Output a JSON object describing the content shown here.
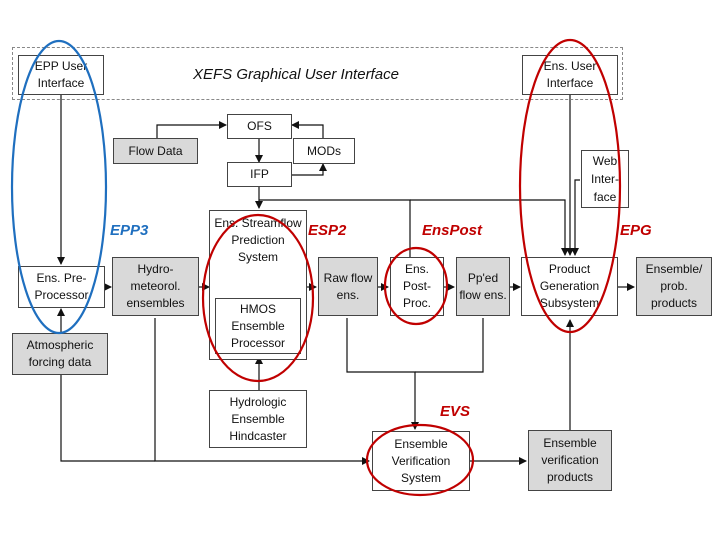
{
  "gui_title": "XEFS Graphical User Interface",
  "boxes": {
    "epp_ui": "EPP User Interface",
    "ens_ui": "Ens. User Interface",
    "ofs": "OFS",
    "flow_data": "Flow Data",
    "mods": "MODs",
    "ifp": "IFP",
    "web_interface": "Web Inter-face",
    "ens_streamflow": "Ens. Streamflow Prediction System",
    "hmos": "HMOS Ensemble Processor",
    "ens_preproc": "Ens. Pre-Processor",
    "hydro_ens": "Hydro-meteorol. ensembles",
    "raw_flow": "Raw flow ens.",
    "ens_postproc": "Ens. Post-Proc.",
    "pped_flow": "Pp'ed flow ens.",
    "product_gen": "Product Generation Subsystem",
    "ensemble_prob": "Ensemble/ prob. products",
    "atmospheric": "Atmospheric forcing data",
    "hydro_hindcaster": "Hydrologic Ensemble Hindcaster",
    "ens_verification": "Ensemble Verification System",
    "ens_verif_products": "Ensemble verification products"
  },
  "labels": {
    "epp3": "EPP3",
    "esp2": "ESP2",
    "enspost": "EnsPost",
    "epg": "EPG",
    "evs": "EVS"
  },
  "colors": {
    "red_highlight": "#c00000",
    "blue_highlight": "#1f6fbf",
    "gray_box": "#d9d9d9"
  }
}
